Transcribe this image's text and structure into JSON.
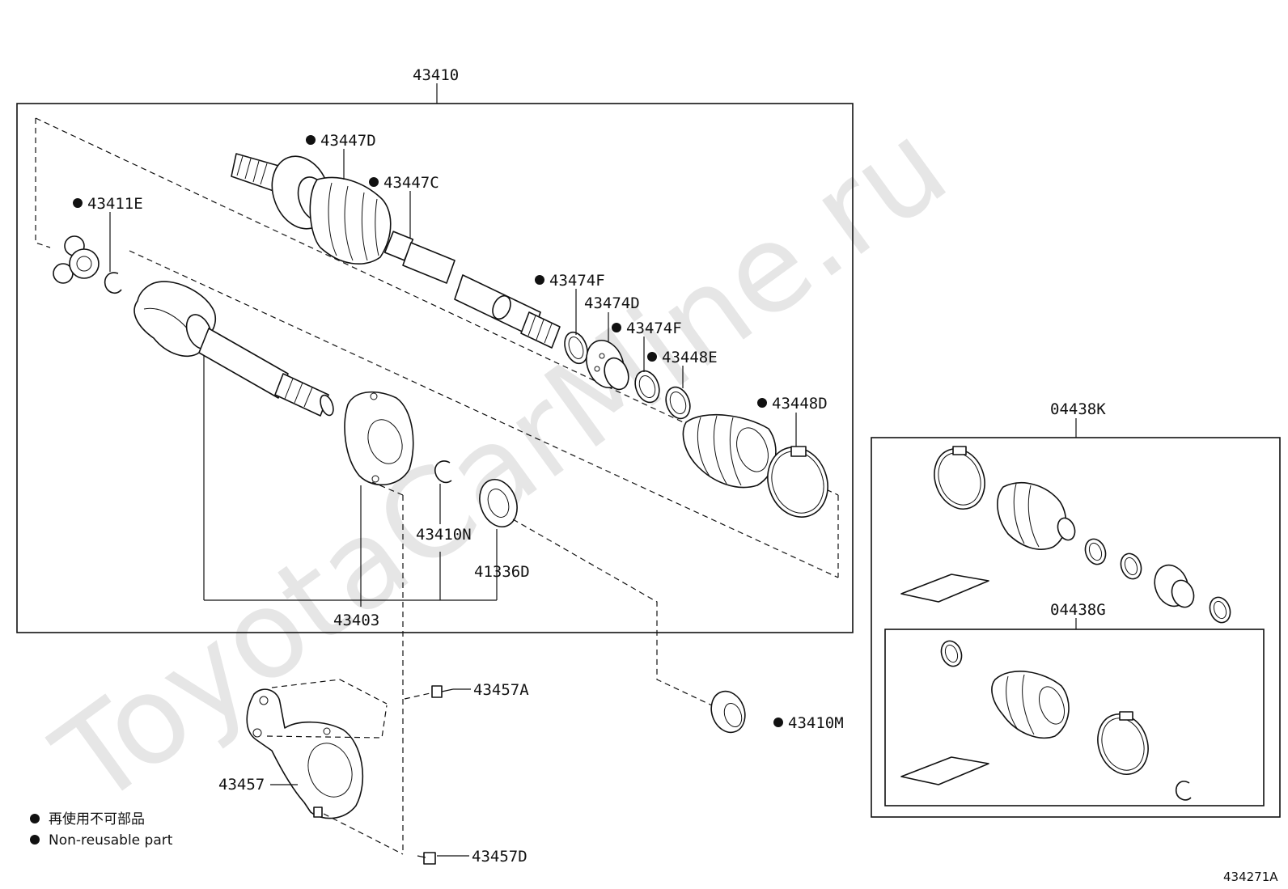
{
  "watermark": "ToyotaCarMine.ru",
  "reference_code": "434271A",
  "assembly_labels": {
    "drive_shaft": "43410",
    "inboard_boot_kit": "04438K",
    "outboard_boot_kit": "04438G",
    "inboard_shaft": "43403"
  },
  "part_labels": {
    "p43447D": "43447D",
    "p43447C": "43447C",
    "p43411E": "43411E",
    "p43474F_a": "43474F",
    "p43474D": "43474D",
    "p43474F_b": "43474F",
    "p43448E": "43448E",
    "p43448D": "43448D",
    "p43410N": "43410N",
    "p41336D": "41336D",
    "p43457A": "43457A",
    "p43457": "43457",
    "p43410M": "43410M",
    "p43457D": "43457D"
  },
  "legend": {
    "line_jp": "再使用不可部品",
    "line_en": "Non-reusable part"
  }
}
